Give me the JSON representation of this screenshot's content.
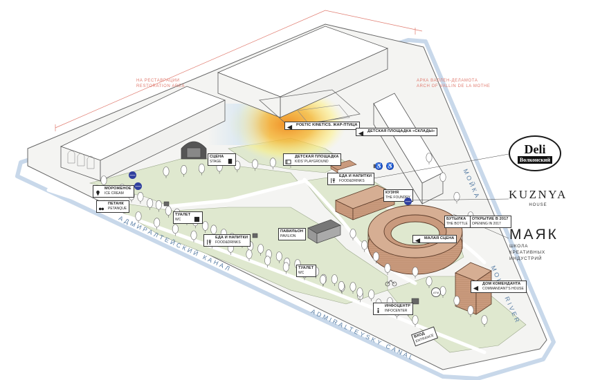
{
  "labels": {
    "poetic": "POETIC KINETICS. ЖАР-ПТИЦА",
    "playground_sklady": "ДЕТСКАЯ ПЛОЩАДКА «СКЛАДЫ»",
    "playground_ru": "ДЕТСКАЯ ПЛОЩАДКА",
    "playground_en": "KIDS' PLAYGROUND",
    "stage_ru": "СЦЕНА",
    "stage_en": "STAGE",
    "icecream_ru": "МОРОЖЕНОЕ",
    "icecream_en": "ICE CREAM",
    "petanque_ru": "ПЕТАНК",
    "petanque_en": "PETANQUE",
    "wc1_ru": "ТУАЛЕТ",
    "wc1_en": "WC",
    "food1_ru": "ЕДА И НАПИТКИ",
    "food1_en": "FOOD&DRINKS",
    "pavilion_ru": "ПАВИЛЬОН",
    "pavilion_en": "PAVILION",
    "food2_ru": "ЕДА И НАПИТКИ",
    "food2_en": "FOOD&DRINKS",
    "wc2_ru": "ТУАЛЕТ",
    "wc2_en": "WC",
    "foundry_ru": "КУЗНЯ",
    "foundry_en": "THE FOUNDRY",
    "bottle_ru": "БУТЫЛКА",
    "bottle_en": "THE BOTTLE",
    "opening_ru": "ОТКРЫТИЕ В 2017",
    "opening_en": "OPENING IN 2017",
    "small_stage": "МАЛАЯ СЦЕНА",
    "commandant_ru": "ДОМ КОМЕНДАНТА",
    "commandant_en": "COMMANDANT'S HOUSE",
    "info_ru": "ИНФОЦЕНТР",
    "info_en": "INFOCENTER",
    "entrance_ru": "ВХОД",
    "entrance_en": "ENTRANCE"
  },
  "notes": {
    "restoration_ru": "НА РЕСТАВРАЦИИ",
    "restoration_en": "RESTORATION AREA",
    "arch_ru": "АРКА ВАЛЛЕН-ДЕЛАМОТА",
    "arch_en": "ARCH OF VALLIN DE LA MOTHE"
  },
  "water": {
    "admiralteysky_ru": "АДМИРАЛТЕЙСКИЙ КАНАЛ",
    "admiralteysky_en": "ADMIRALTEYSKY CANAL",
    "moika_ru": "МОЙКА",
    "moika_en": "MOIKA RIVER"
  },
  "brands": {
    "deli_top": "Deli",
    "deli_bottom": "Волконский",
    "kuznya": "KUZNYA",
    "kuznya_sub": "HOUSE",
    "mayak": "МАЯК",
    "mayak_sub1": "ШКОЛА",
    "mayak_sub2": "КРЕАТИВНЫХ",
    "mayak_sub3": "ИНДУСТРИЙ"
  },
  "icons": {
    "atm": "ATM"
  },
  "colors": {
    "lawn": "#dfe8cf",
    "path": "#ffffff",
    "water": "#c8d8ea",
    "brick": "#c99a7d",
    "building": "#f4f4f2",
    "accent_note": "#e07a6e",
    "access": "#2f3f9e"
  }
}
